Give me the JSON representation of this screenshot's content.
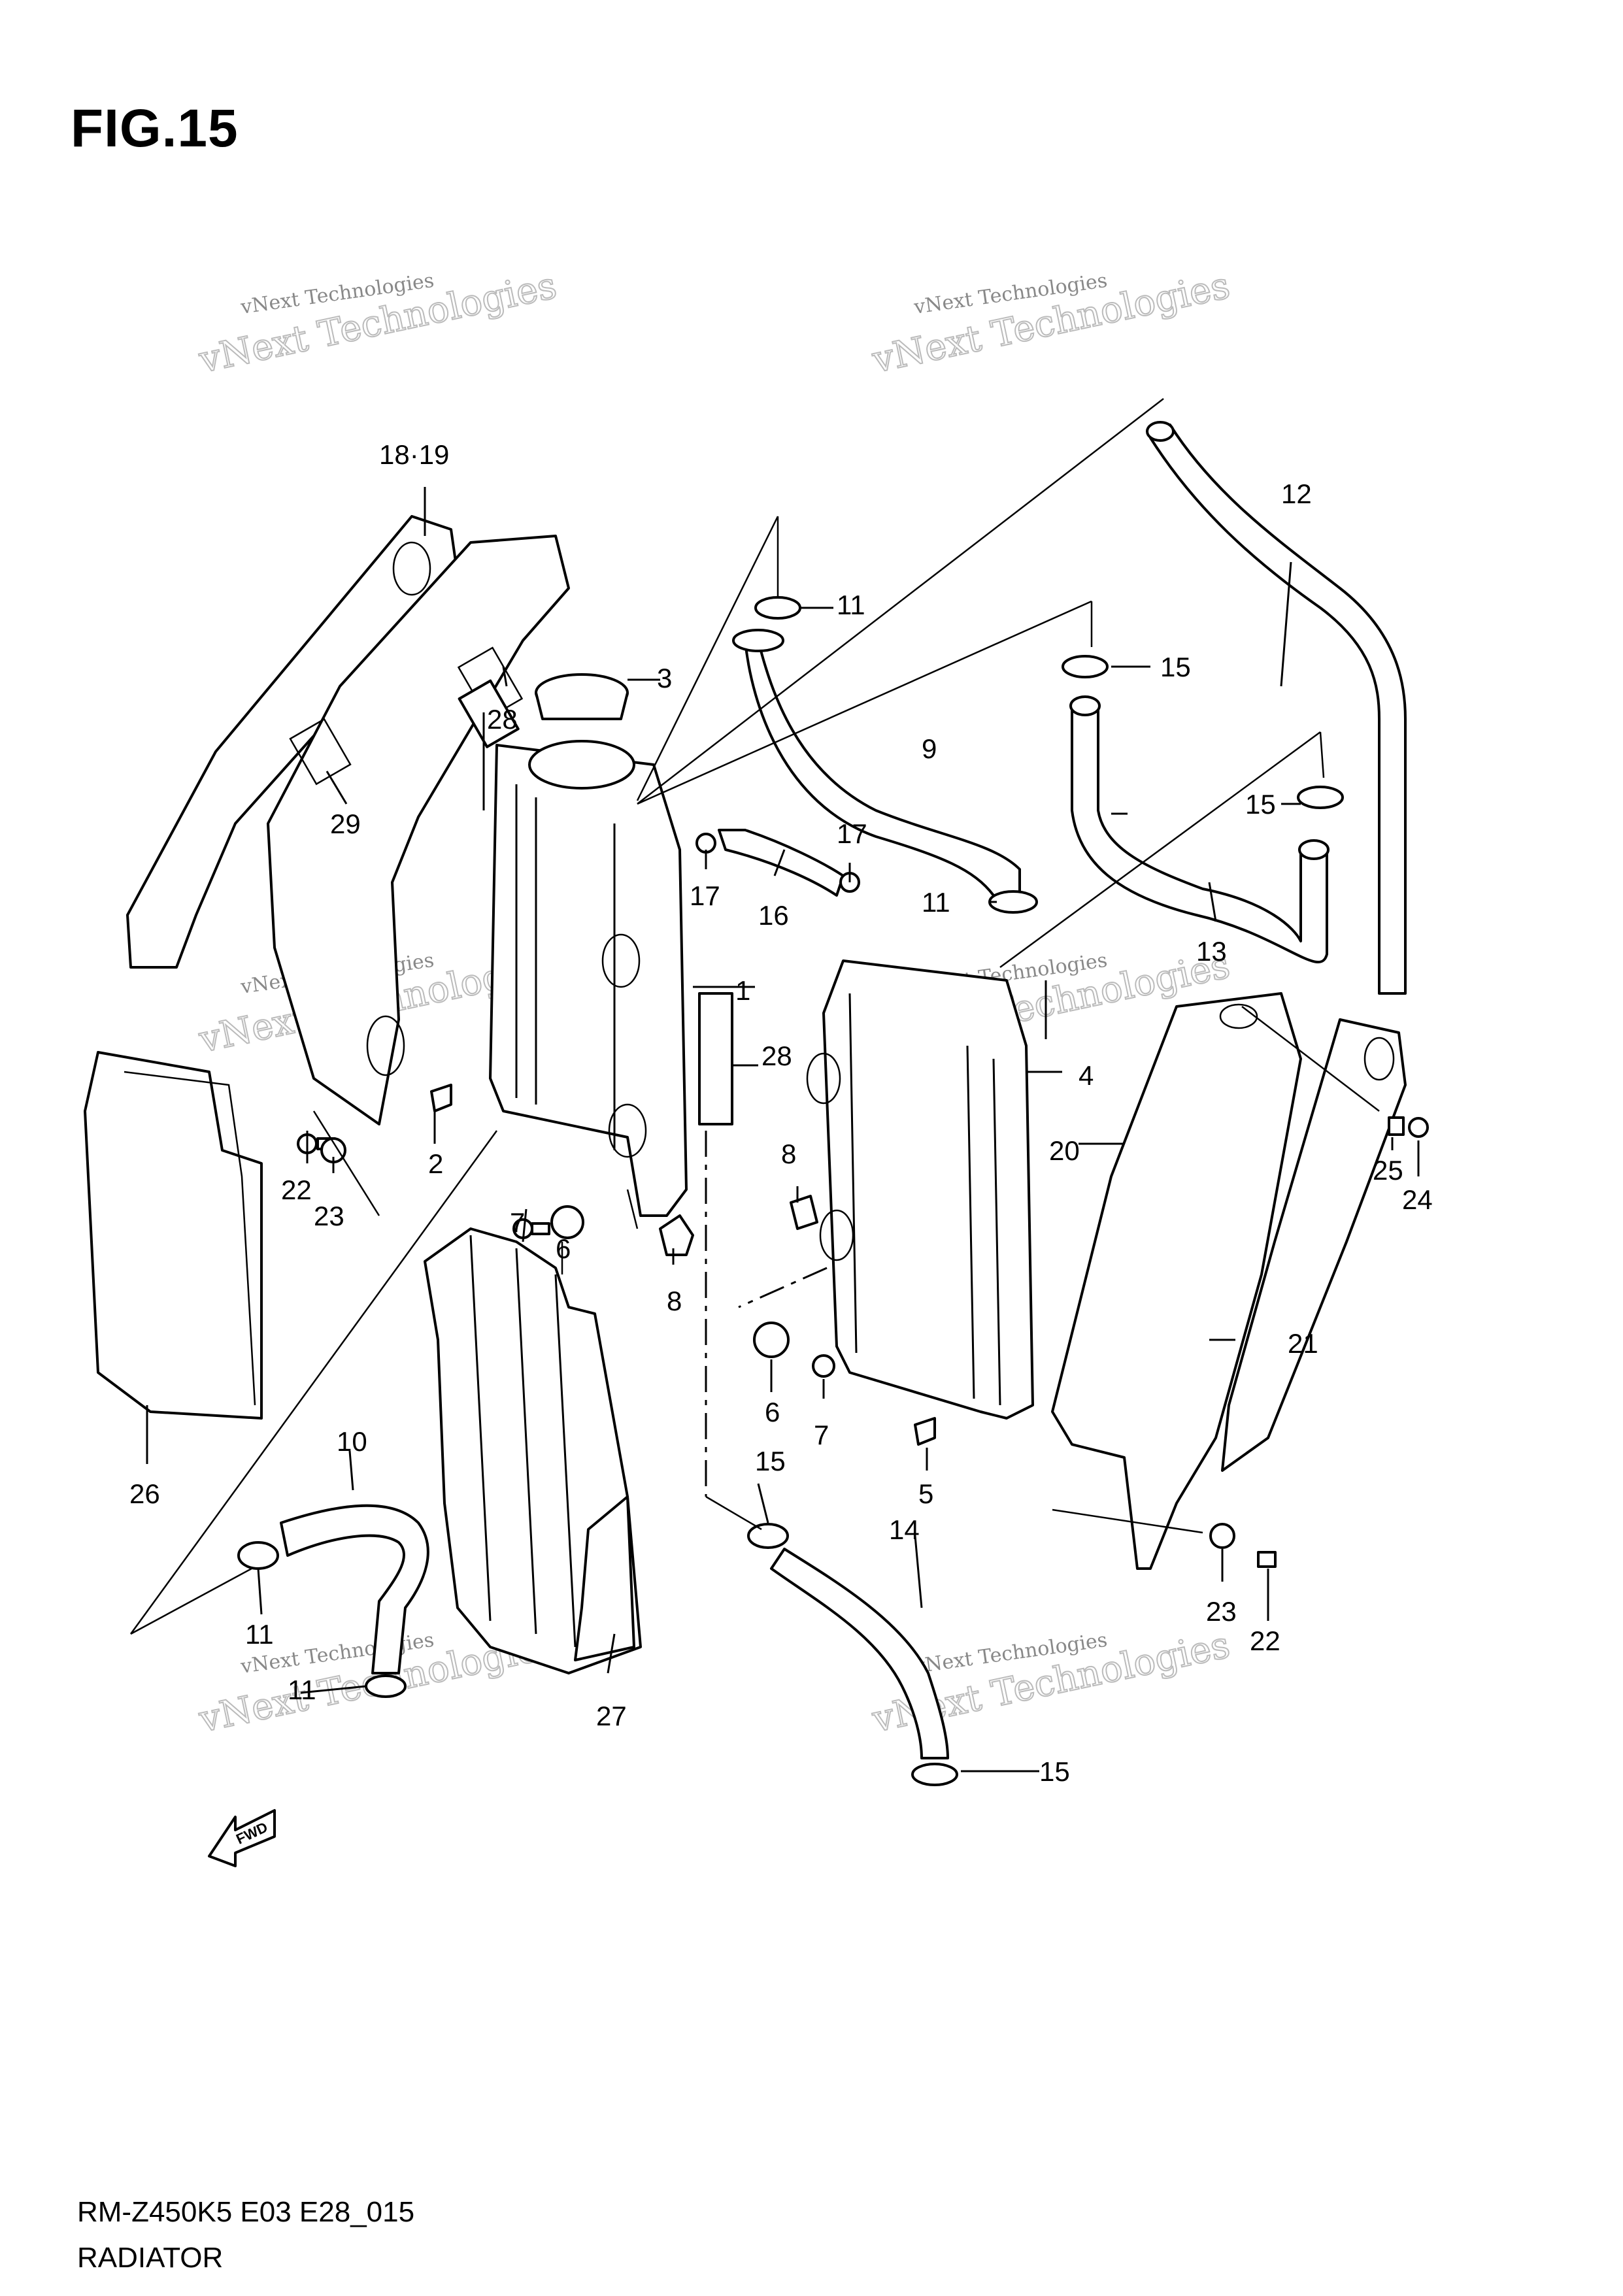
{
  "figure": {
    "title": "FIG.15"
  },
  "footer": {
    "model_code": "RM-Z450K5 E03 E28_015",
    "section_name": "RADIATOR"
  },
  "fwd_marker": {
    "label": "FWD"
  },
  "watermark": {
    "small": "vNext Technologies",
    "big": "vNext Technologies"
  },
  "callouts": {
    "c1": "1",
    "c2": "2",
    "c3": "3",
    "c4": "4",
    "c5": "5",
    "c6a": "6",
    "c6b": "6",
    "c7a": "7",
    "c7b": "7",
    "c8a": "8",
    "c8b": "8",
    "c9": "9",
    "c10": "10",
    "c11a": "11",
    "c11b": "11",
    "c11c": "11",
    "c11d": "11",
    "c12": "12",
    "c13": "13",
    "c14": "14",
    "c15a": "15",
    "c15b": "15",
    "c15c": "15",
    "c15d": "15",
    "c16": "16",
    "c17a": "17",
    "c17b": "17",
    "c1819": "18·19",
    "c20": "20",
    "c21": "21",
    "c22a": "22",
    "c22b": "22",
    "c23a": "23",
    "c23b": "23",
    "c24": "24",
    "c25": "25",
    "c26": "26",
    "c27": "27",
    "c28a": "28",
    "c28b": "28",
    "c29": "29"
  }
}
